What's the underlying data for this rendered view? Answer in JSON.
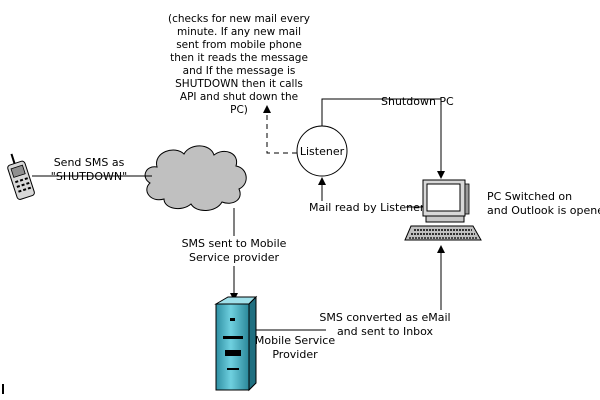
{
  "diagram": {
    "note": {
      "lines": [
        "(checks for new mail every",
        "minute. If any new mail",
        "sent from mobile phone",
        "then it reads the message",
        "and If the message is",
        "SHUTDOWN then it calls",
        "API and shut down the",
        "PC)"
      ]
    },
    "send_sms_label": [
      "Send SMS as",
      "\"SHUTDOWN\""
    ],
    "listener_label": "Listener",
    "shutdown_pc_label": "Shutdown PC",
    "mail_read_label": "Mail read by Listener",
    "pc_label": [
      "PC Switched on",
      "and Outlook is opened"
    ],
    "sms_sent_label": [
      "SMS sent to Mobile",
      "Service provider"
    ],
    "sms_converted_label": [
      "SMS converted as eMail",
      "and sent to Inbox"
    ],
    "provider_label": [
      "Mobile Service",
      "Provider"
    ],
    "colors": {
      "server_body": "#4db5c7",
      "cloud_fill": "#c0c0c0",
      "phone_screen": "#8f8f8f",
      "monitor_screen": "#ffffff"
    }
  }
}
